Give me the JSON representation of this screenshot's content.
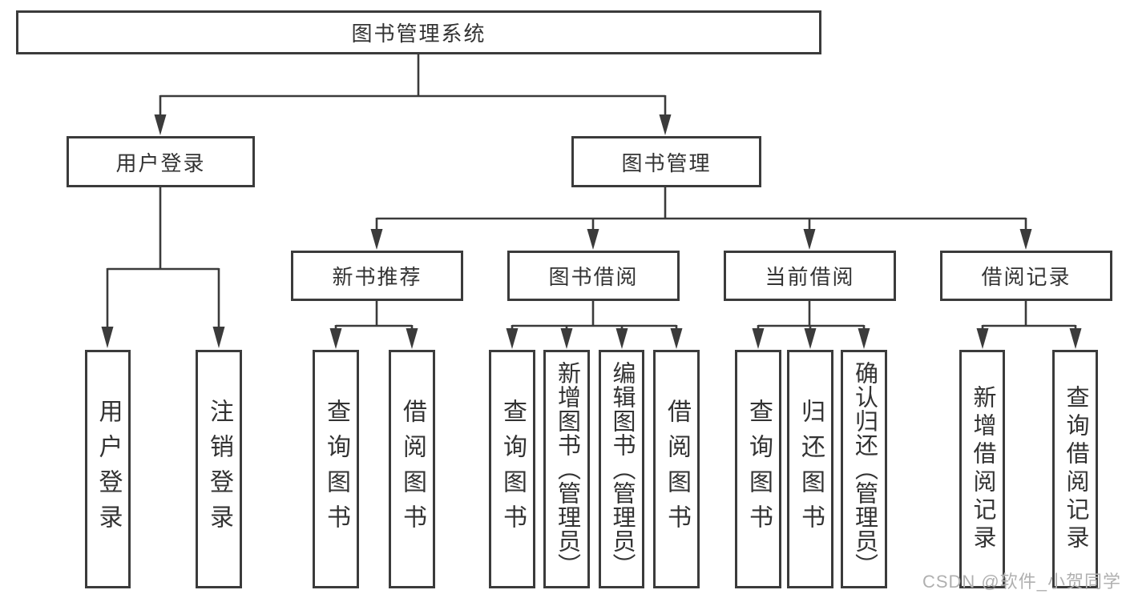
{
  "diagram_title": "图书管理系统",
  "watermark": {
    "text": "CSDN @软件_小贺同学"
  },
  "colors": {
    "line": "#3b3b3b",
    "text": "#333333",
    "box_background": "#ffffff",
    "page_background": "#ffffff",
    "watermark": "#b0b0b0"
  },
  "tree": {
    "root": {
      "label": "图书管理系统",
      "children": [
        {
          "label": "用户登录",
          "children": [
            {
              "label": "用户登录"
            },
            {
              "label": "注销登录"
            }
          ]
        },
        {
          "label": "图书管理",
          "children": [
            {
              "label": "新书推荐",
              "children": [
                {
                  "label": "查询图书"
                },
                {
                  "label": "借阅图书"
                }
              ]
            },
            {
              "label": "图书借阅",
              "children": [
                {
                  "label": "查询图书"
                },
                {
                  "label": "新增图书（管理员）"
                },
                {
                  "label": "编辑图书（管理员）"
                },
                {
                  "label": "借阅图书"
                }
              ]
            },
            {
              "label": "当前借阅",
              "children": [
                {
                  "label": "查询图书"
                },
                {
                  "label": "归还图书"
                },
                {
                  "label": "确认归还（管理员）"
                }
              ]
            },
            {
              "label": "借阅记录",
              "children": [
                {
                  "label": "新增借阅记录"
                },
                {
                  "label": "查询借阅记录"
                }
              ]
            }
          ]
        }
      ]
    }
  }
}
